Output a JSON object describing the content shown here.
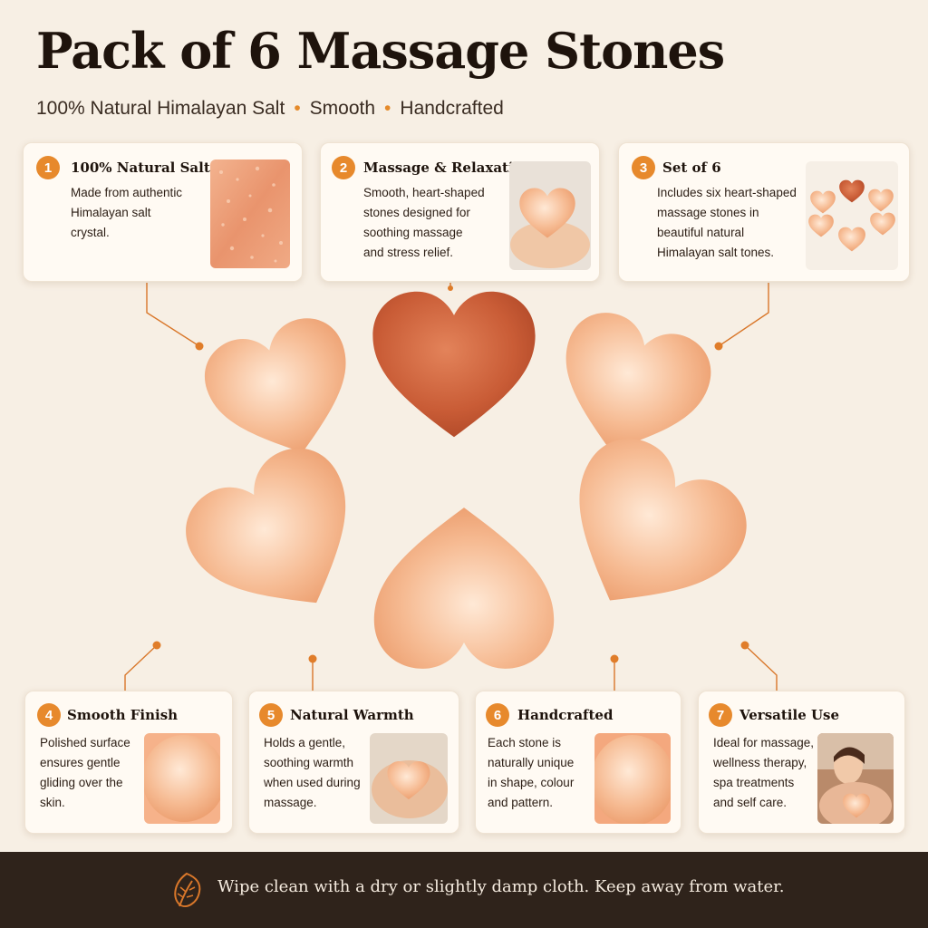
{
  "header": {
    "title": "Pack of 6 Massage Stones",
    "subtitle_parts": [
      "100% Natural Himalayan Salt",
      "Smooth",
      "Handcrafted"
    ]
  },
  "colors": {
    "accent": "#e7892c",
    "background": "#f7efe4",
    "footer_bg": "#2f231b",
    "stone_light": "#f5b98e",
    "stone_dark": "#c85a34"
  },
  "features": [
    {
      "number": "1",
      "title": "100% Natural Salt",
      "lines": [
        "Made from authentic",
        "Himalayan salt",
        "crystal."
      ],
      "image": "salt-crystal-texture"
    },
    {
      "number": "2",
      "title": "Massage & Relaxation",
      "lines": [
        "Smooth, heart-shaped",
        "stones designed for",
        "soothing massage",
        "and stress relief."
      ],
      "image": "hand-holding-stone"
    },
    {
      "number": "3",
      "title": "Set of 6",
      "lines": [
        "Includes six heart-shaped",
        "massage stones in",
        "beautiful natural",
        "Himalayan salt tones."
      ],
      "image": "six-stones-circle"
    },
    {
      "number": "4",
      "title": "Smooth Finish",
      "lines": [
        "Polished surface",
        "ensures gentle",
        "gliding over the",
        "skin."
      ],
      "image": "stone-closeup"
    },
    {
      "number": "5",
      "title": "Natural Warmth",
      "lines": [
        "Holds a gentle,",
        "soothing warmth",
        "when used during",
        "massage."
      ],
      "image": "hands-cupping-stone"
    },
    {
      "number": "6",
      "title": "Handcrafted",
      "lines": [
        "Each stone is",
        "naturally unique",
        "in shape, colour",
        "and pattern."
      ],
      "image": "stone-closeup"
    },
    {
      "number": "7",
      "title": "Versatile Use",
      "lines": [
        "Ideal for massage,",
        "wellness therapy,",
        "spa treatments",
        "and self care."
      ],
      "image": "woman-spa-massage"
    }
  ],
  "footer": {
    "icon": "leaf-icon",
    "text": "Wipe clean with a dry or slightly damp cloth. Keep away from water."
  }
}
